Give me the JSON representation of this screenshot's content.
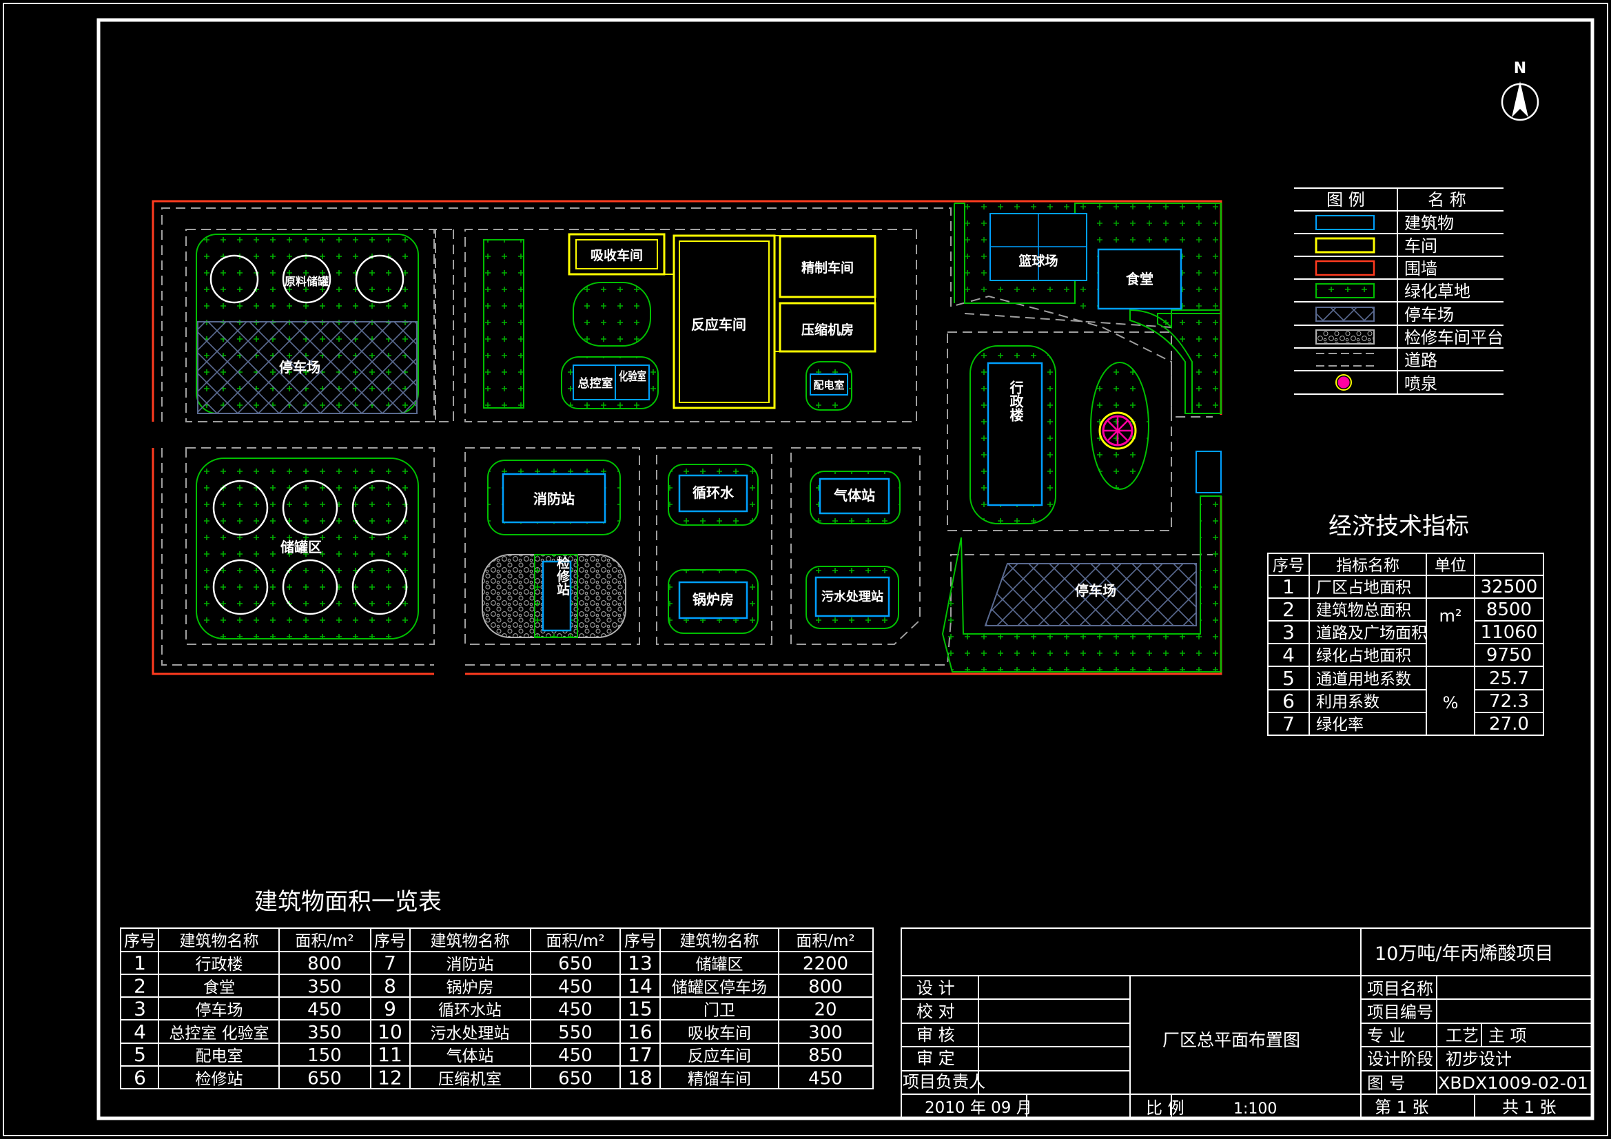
{
  "colors": {
    "background": "#000000",
    "frame": "#ffffff",
    "building": "#00a0ff",
    "workshop": "#ffff00",
    "wall": "#ff3b1f",
    "green": "#00c000",
    "road": "#a0a0a0",
    "fountain": "#ff00a0",
    "text": "#ffffff"
  },
  "north_label": "N",
  "site": {
    "labels": {
      "raw_tank": "原料储罐",
      "parking_w": "停车场",
      "tank_area": "储罐区",
      "absorb": "吸收车间",
      "reaction": "反应车间",
      "refine": "精制车间",
      "compressor": "压缩机房",
      "control": "总控室",
      "lab": "化验室",
      "power": "配电室",
      "fire": "消防站",
      "repair": "检修站",
      "water": "循环水",
      "boiler": "锅炉房",
      "gas": "气体站",
      "sewage": "污水处理站",
      "basketball": "篮球场",
      "canteen": "食堂",
      "admin": "行政楼",
      "parking_e": "停车场"
    }
  },
  "legend": {
    "headers": [
      "图 例",
      "名 称"
    ],
    "items": [
      {
        "type": "building",
        "name": "建筑物"
      },
      {
        "type": "workshop",
        "name": "车间"
      },
      {
        "type": "wall",
        "name": "围墙"
      },
      {
        "type": "green",
        "name": "绿化草地"
      },
      {
        "type": "parking",
        "name": "停车场"
      },
      {
        "type": "platform",
        "name": "检修车间平台"
      },
      {
        "type": "road",
        "name": "道路"
      },
      {
        "type": "fountain",
        "name": "喷泉"
      }
    ]
  },
  "econ": {
    "title": "经济技术指标",
    "headers": [
      "序号",
      "指标名称",
      "单位"
    ],
    "rows": [
      {
        "no": "1",
        "name": "厂区占地面积",
        "value": "32500"
      },
      {
        "no": "2",
        "name": "建筑物总面积",
        "value": "8500"
      },
      {
        "no": "3",
        "name": "道路及广场面积",
        "value": "11060"
      },
      {
        "no": "4",
        "name": "绿化占地面积",
        "value": "9750"
      },
      {
        "no": "5",
        "name": "通道用地系数",
        "value": "25.7"
      },
      {
        "no": "6",
        "name": "利用系数",
        "value": "72.3"
      },
      {
        "no": "7",
        "name": "绿化率",
        "value": "27.0"
      }
    ],
    "unit_area": "m²",
    "unit_percent": "%"
  },
  "area_table": {
    "title": "建筑物面积一览表",
    "headers": [
      "序号",
      "建筑物名称",
      "面积/m²"
    ],
    "rows": [
      [
        {
          "no": "1",
          "name": "行政楼",
          "area": "800"
        },
        {
          "no": "7",
          "name": "消防站",
          "area": "650"
        },
        {
          "no": "13",
          "name": "储罐区",
          "area": "2200"
        }
      ],
      [
        {
          "no": "2",
          "name": "食堂",
          "area": "350"
        },
        {
          "no": "8",
          "name": "锅炉房",
          "area": "450"
        },
        {
          "no": "14",
          "name": "储罐区停车场",
          "area": "800"
        }
      ],
      [
        {
          "no": "3",
          "name": "停车场",
          "area": "450"
        },
        {
          "no": "9",
          "name": "循环水站",
          "area": "450"
        },
        {
          "no": "15",
          "name": "门卫",
          "area": "20"
        }
      ],
      [
        {
          "no": "4",
          "name": "总控室 化验室",
          "area": "350"
        },
        {
          "no": "10",
          "name": "污水处理站",
          "area": "550"
        },
        {
          "no": "16",
          "name": "吸收车间",
          "area": "300"
        }
      ],
      [
        {
          "no": "5",
          "name": "配电室",
          "area": "150"
        },
        {
          "no": "11",
          "name": "气体站",
          "area": "450"
        },
        {
          "no": "17",
          "name": "反应车间",
          "area": "850"
        }
      ],
      [
        {
          "no": "6",
          "name": "检修站",
          "area": "650"
        },
        {
          "no": "12",
          "name": "压缩机室",
          "area": "650"
        },
        {
          "no": "18",
          "name": "精馏车间",
          "area": "450"
        }
      ]
    ]
  },
  "title_block": {
    "project": "10万吨/年丙烯酸项目",
    "roles": [
      "设 计",
      "校 对",
      "审 核",
      "审 定",
      "项目负责人"
    ],
    "drawing_name": "厂区总平面布置图",
    "date": "2010 年 09 月",
    "scale_label": "比 例",
    "scale": "1:100",
    "fields": {
      "project_name": "项目名称",
      "project_no": "项目编号",
      "major": "专 业",
      "major_value": "工艺",
      "lead": "主 项",
      "stage": "设计阶段",
      "stage_value": "初步设计",
      "drawing_no_label": "图 号",
      "drawing_no": "XBDX1009-02-01",
      "sheet": "第 1 张",
      "total": "共 1 张"
    }
  }
}
